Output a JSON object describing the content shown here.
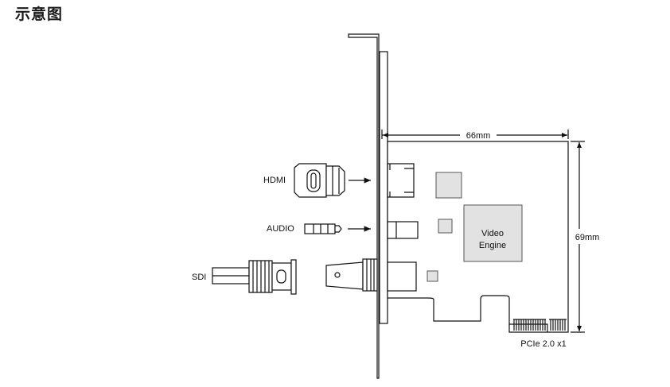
{
  "page": {
    "title": "示意图"
  },
  "diagram": {
    "labels": {
      "width": "66mm",
      "height": "69mm",
      "chip": [
        "Video",
        "Engine"
      ],
      "bus": "PCIe 2.0 x1",
      "ports": {
        "hdmi": "HDMI",
        "audio": "AUDIO",
        "sdi": "SDI"
      }
    }
  }
}
